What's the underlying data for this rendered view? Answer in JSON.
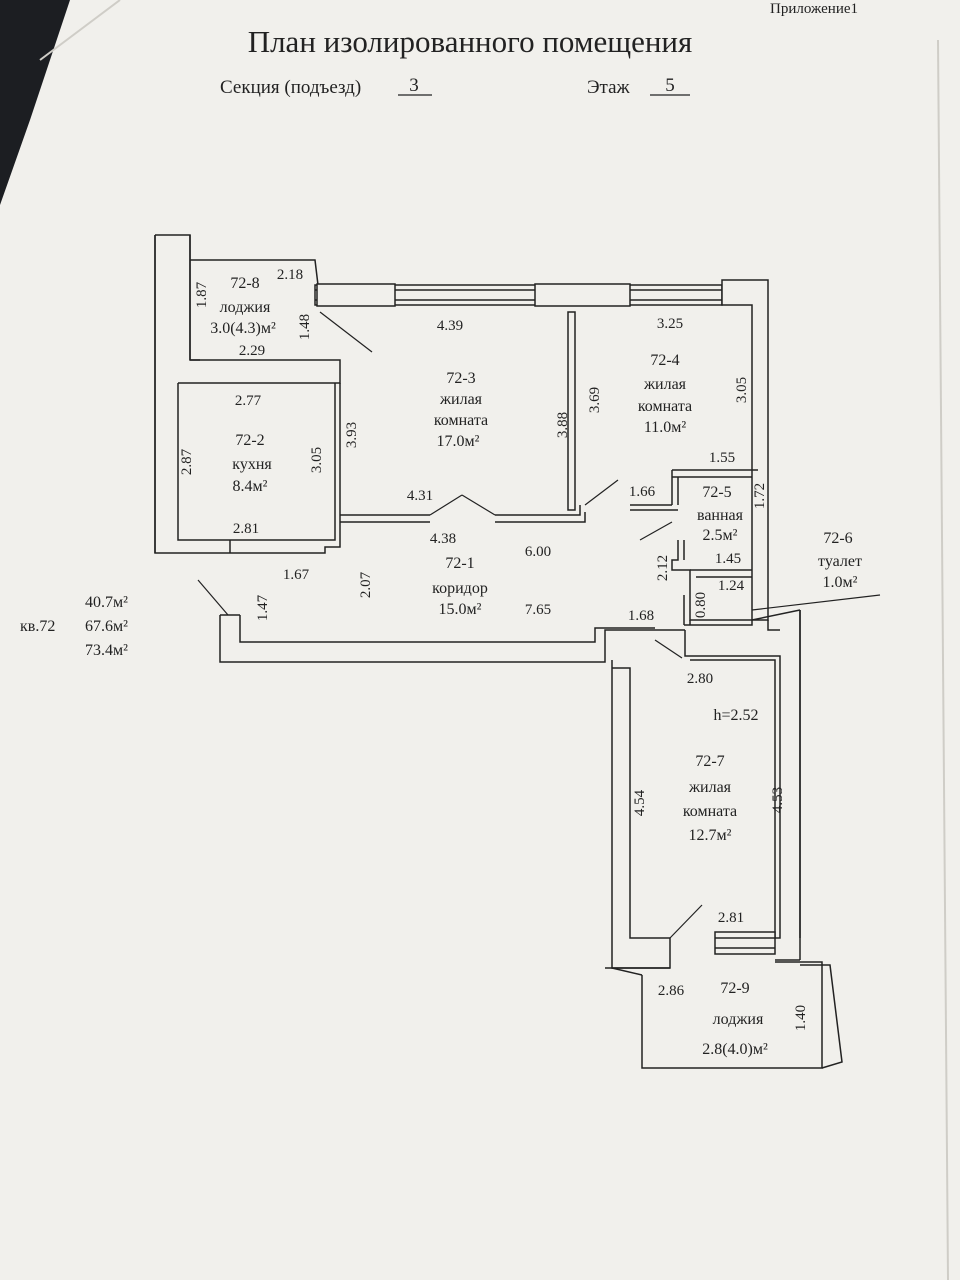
{
  "header": {
    "appendix": "Приложение1",
    "title": "План изолированного помещения",
    "section_label": "Секция (подъезд)",
    "section_value": "3",
    "floor_label": "Этаж",
    "floor_value": "5"
  },
  "summary": {
    "apartment": "кв.72",
    "area_living": "40.7м²",
    "area_total": "67.6м²",
    "area_with_loggias": "73.4м²"
  },
  "height": "h=2.52",
  "rooms": [
    {
      "id": "72-8",
      "lines": [
        "72-8",
        "лоджия",
        "3.0(4.3)м²"
      ]
    },
    {
      "id": "72-2",
      "lines": [
        "72-2",
        "кухня",
        "8.4м²"
      ]
    },
    {
      "id": "72-3",
      "lines": [
        "72-3",
        "жилая",
        "комната",
        "17.0м²"
      ]
    },
    {
      "id": "72-4",
      "lines": [
        "72-4",
        "жилая",
        "комната",
        "11.0м²"
      ]
    },
    {
      "id": "72-5",
      "lines": [
        "72-5",
        "ванная",
        "2.5м²"
      ]
    },
    {
      "id": "72-6",
      "lines": [
        "72-6",
        "туалет",
        "1.0м²"
      ]
    },
    {
      "id": "72-1",
      "lines": [
        "72-1",
        "коридор",
        "15.0м²"
      ]
    },
    {
      "id": "72-7",
      "lines": [
        "72-7",
        "жилая",
        "комната",
        "12.7м²"
      ]
    },
    {
      "id": "72-9",
      "lines": [
        "72-9",
        "лоджия",
        "2.8(4.0)м²"
      ]
    }
  ],
  "dimensions": [
    "1.87",
    "2.18",
    "1.48",
    "2.29",
    "4.39",
    "3.25",
    "3.69",
    "3.05",
    "3.88",
    "3.93",
    "2.77",
    "2.87",
    "3.05",
    "2.81",
    "4.31",
    "1.55",
    "1.66",
    "1.72",
    "4.38",
    "6.00",
    "2.12",
    "1.45",
    "1.24",
    "0.80",
    "1.67",
    "2.07",
    "1.47",
    "7.65",
    "1.68",
    "2.80",
    "4.54",
    "4.53",
    "2.81",
    "2.86",
    "1.40"
  ]
}
